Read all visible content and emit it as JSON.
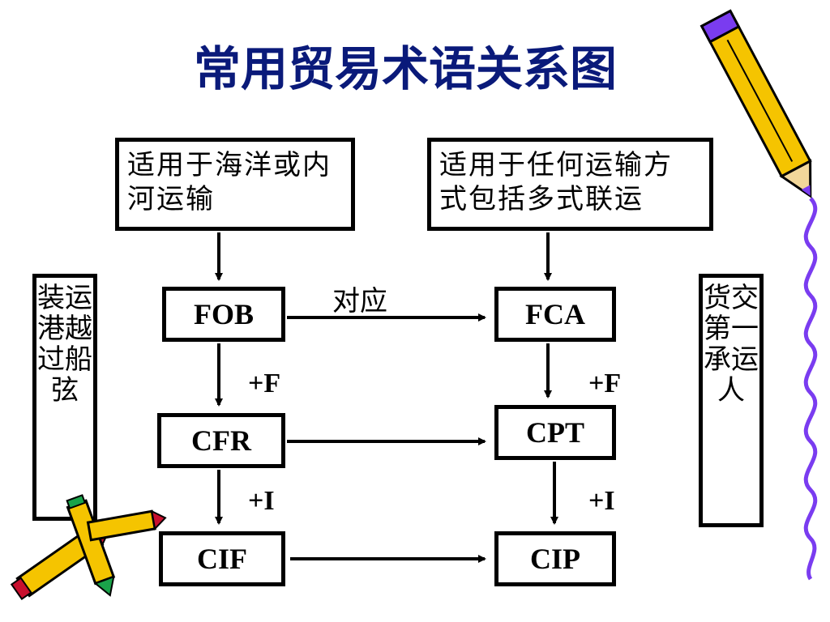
{
  "title": "常用贸易术语关系图",
  "left_top_box": "适用于海洋或内河运输",
  "right_top_box": "适用于任何运输方式包括多式联运",
  "left_side_box": "装运港越过船弦",
  "right_side_box": "货交第一承运人",
  "terms": {
    "fob": "FOB",
    "fca": "FCA",
    "cfr": "CFR",
    "cpt": "CPT",
    "cif": "CIF",
    "cip": "CIP"
  },
  "labels": {
    "correspond": "对应",
    "plus_f_left": "+F",
    "plus_f_right": "+F",
    "plus_i_left": "+I",
    "plus_i_right": "+I"
  },
  "icons": [
    "pencil-icon",
    "crayons-icon",
    "wavy-line-icon"
  ],
  "colors": {
    "title": "#0a1a7a",
    "wavy_line": "#7a3cf0",
    "pencil_body": "#f5c400",
    "pencil_tip": "#c8102e"
  }
}
